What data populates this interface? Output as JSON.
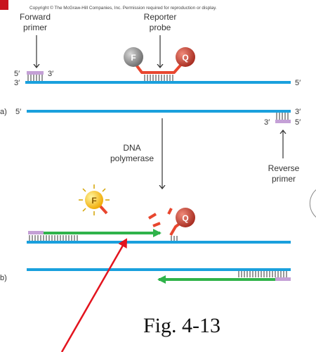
{
  "copyright": "Copyright © The McGraw-Hill Companies, Inc. Permission required for reproduction or display.",
  "labels": {
    "forward_primer_line1": "Forward",
    "forward_primer_line2": "primer",
    "reporter_probe_line1": "Reporter",
    "reporter_probe_line2": "probe",
    "dna_polymerase_line1": "DNA",
    "dna_polymerase_line2": "polymerase",
    "reverse_primer_line1": "Reverse",
    "reverse_primer_line2": "primer",
    "panel_a": "a)",
    "panel_b": "b)",
    "fluor": "F",
    "quencher": "Q",
    "five_prime": "5′",
    "three_prime": "3′",
    "fig_caption": "Fig. 4-13"
  },
  "colors": {
    "dna_strand": "#1aa0dd",
    "primer": "#c4a0d6",
    "probe_link": "#e8462e",
    "new_strand": "#2fb34a",
    "fluor_grey": "#8a8a8a",
    "fluor_active": "#f5b400",
    "quencher": "#c0392b",
    "pointer_arrow": "#e3141e"
  }
}
